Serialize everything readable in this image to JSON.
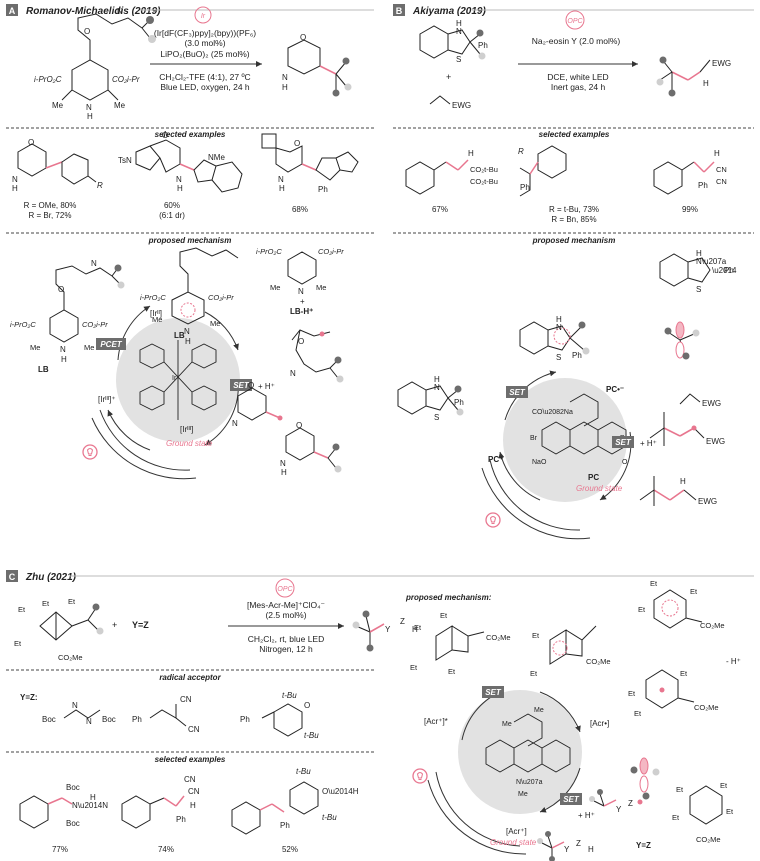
{
  "colors": {
    "accent": "#e8768f",
    "badge": "#6d6d6d",
    "circle": "#e2e2e2",
    "dot_dark": "#6d6d6d",
    "dot_light": "#cfcfcf"
  },
  "icons": {
    "lightbulb": "lightbulb-icon",
    "catalyst_ring": "cycle-arrow-icon"
  },
  "panelA": {
    "letter": "A",
    "title": "Romanov-Michaelidis (2019)",
    "catalyst": "Ir",
    "cond1": "(Ir[dF(CF₃)ppy]₂(bpy))(PF₆)",
    "cond2": "(3.0 mol%)",
    "cond3": "LiPO₂(BuO)₂ (25 mol%)",
    "cond4": "CH₂Cl₂-TFE (4:1), 27 ºC",
    "cond5": "Blue LED, oxygen, 24 h",
    "sub_ester_left": "i-PrO₂C",
    "sub_ester_right": "CO₂i-Pr",
    "sub_me": "Me",
    "sub_nh": "N\nH",
    "selected": "selected examples",
    "ex1": "R = OMe, 80%",
    "ex1b": "R = Br, 72%",
    "ex1_r": "R",
    "ex2": "60%",
    "ex2b": "(6:1 dr)",
    "ex2_ts": "TsN",
    "ex2_nme": "NMe",
    "ex3": "68%",
    "ex3_ph": "Ph",
    "mech": "proposed mechanism",
    "pcet": "PCET",
    "set": "SET",
    "ir2": "[Irᴵᴵ]",
    "ir3m": "[Irᴵᴵᴵ]⁺",
    "ir3": "[Irᴵᴵᴵ]",
    "ground": "Ground state",
    "lb": "LB",
    "lbh": "LB-H⁺",
    "plus_h": "+ H⁺"
  },
  "panelB": {
    "letter": "B",
    "title": "Akiyama (2019)",
    "catalyst": "OPC",
    "cond1": "Na₂-eosin Y (2.0 mol%)",
    "cond2": "DCE, white LED",
    "cond3": "Inert gas, 24 h",
    "ph": "Ph",
    "ewg": "EWG",
    "plus": "+",
    "selected": "selected examples",
    "ex1": "67%",
    "ex1_sub": "CO₂t-Bu",
    "ex2": "R = t-Bu, 73%",
    "ex2b": "R = Bn, 85%",
    "ex3": "99%",
    "ex3_sub": "CN",
    "mech": "proposed mechanism",
    "set": "SET",
    "pc_rad": "PC•⁻",
    "pc_plus": "PC⁺",
    "pc": "PC",
    "ground": "Ground state",
    "plus_h": "+ H⁺"
  },
  "panelC": {
    "letter": "C",
    "title": "Zhu (2021)",
    "catalyst": "OPC",
    "cond1": "[Mes-Acr-Me]⁺ClO₄⁻",
    "cond2": "(2.5 mol%)",
    "cond3": "CH₂Cl₂, rt, blue LED",
    "cond4": "Nitrogen, 12 h",
    "et": "Et",
    "co2me": "CO₂Me",
    "yz": "Y=Z",
    "plus": "+",
    "acceptor": "radical acceptor",
    "yz_label": "Y=Z:",
    "boc": "Boc",
    "ph": "Ph",
    "cn": "CN",
    "tbu": "t-Bu",
    "selected": "selected examples",
    "ex1": "77%",
    "ex2": "74%",
    "ex3": "52%",
    "mech": "proposed mechanism:",
    "set": "SET",
    "acr_plus": "[Acr⁺]",
    "acr_rad": "[Acr•]",
    "acr_star": "[Acr⁺]*",
    "ground": "Ground state",
    "plus_h": "+ H⁺",
    "minus_h": "- H⁺"
  }
}
